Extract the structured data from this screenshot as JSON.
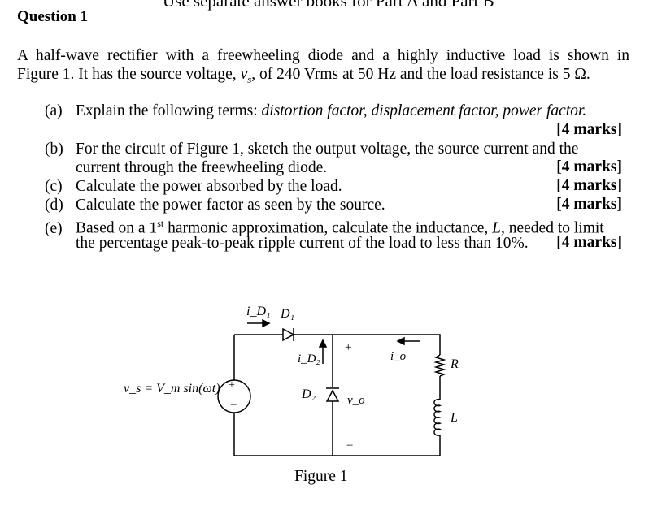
{
  "header_fragment": "Use separate answer books for Part A and Part B",
  "question_title": "Question 1",
  "intro": {
    "line1": "A half-wave rectifier with a freewheeling diode and a highly inductive load is shown in",
    "line2_a": "Figure 1. It has the source voltage, ",
    "line2_var": "v",
    "line2_sub": "s",
    "line2_b": ", of 240 Vrms at 50 Hz and the load resistance is 5 Ω."
  },
  "parts": [
    {
      "label": "(a)",
      "text_a": "Explain the following terms: ",
      "text_italic": "distortion factor, displacement factor, power factor.",
      "marks": "[4 marks]"
    },
    {
      "label": "(b)",
      "line1": "For the circuit of Figure 1, sketch the output voltage, the source current and the",
      "line2": "current through the freewheeling diode.",
      "marks": "[4 marks]"
    },
    {
      "label": "(c)",
      "text": "Calculate the power absorbed by the load.",
      "marks": "[4 marks]"
    },
    {
      "label": "(d)",
      "text": "Calculate the power factor as seen by the source.",
      "marks": "[4 marks]"
    },
    {
      "label": "(e)",
      "line1_a": "Based on a 1",
      "line1_sup": "st",
      "line1_b": " harmonic approximation, calculate the inductance, ",
      "line1_var": "L",
      "line1_c": ", needed to limit",
      "line2": "the percentage peak-to-peak ripple current of the load to less than 10%.",
      "marks": "[4 marks]"
    }
  ],
  "circuit": {
    "source_label": "v_s = V_m sin(ωt)",
    "source_plus": "+",
    "source_minus": "−",
    "d1_label": "D₁",
    "id1_label": "i_D₁",
    "d2_label": "D₂",
    "id2_label": "i_D₂",
    "vo_label": "v_o",
    "vo_plus": "+",
    "vo_minus": "−",
    "io_label": "i_o",
    "r_label": "R",
    "l_label": "L"
  },
  "figure_caption": "Figure 1"
}
